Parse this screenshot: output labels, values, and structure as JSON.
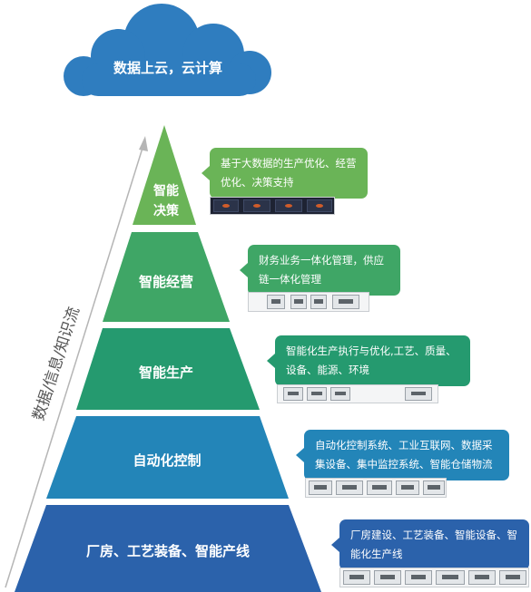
{
  "cloud": {
    "text": "数据上云，云计算",
    "color": "#2f7dbf"
  },
  "axis_label": "数据/信息/知识流",
  "layers": [
    {
      "id": "decision",
      "label_lines": [
        "智能",
        "决策"
      ],
      "color": "#6ab457",
      "callout": "基于大数据的生产优化、经营优化、决策支持"
    },
    {
      "id": "operation",
      "label_lines": [
        "智能经营"
      ],
      "color": "#3fa666",
      "callout": "财务业务一体化管理，供应链一体化管理"
    },
    {
      "id": "production",
      "label_lines": [
        "智能生产"
      ],
      "color": "#259a6f",
      "callout": "智能化生产执行与优化,工艺、质量、设备、能源、环境"
    },
    {
      "id": "control",
      "label_lines": [
        "自动化控制"
      ],
      "color": "#2385b8",
      "callout": "自动化控制系统、工业互联网、数据采集设备、集中监控系统、智能仓储物流"
    },
    {
      "id": "factory",
      "label_lines": [
        "厂房、工艺装备、智能产线"
      ],
      "color": "#2b62ab",
      "callout": "厂房建设、工艺装备、智能设备、智能化生产线"
    }
  ]
}
